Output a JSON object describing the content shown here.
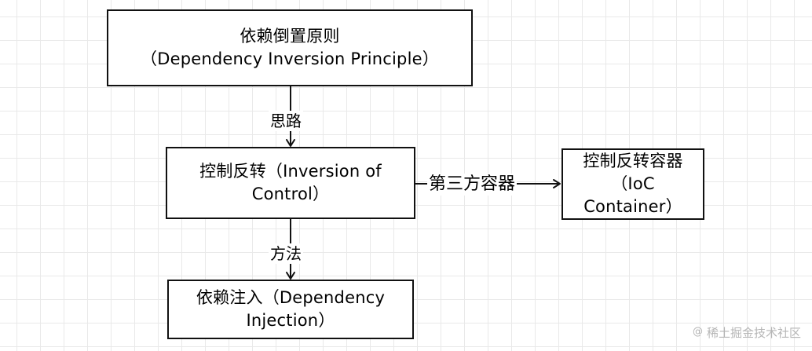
{
  "nodes": {
    "dip": {
      "line1": "依赖倒置原则",
      "line2": "（Dependency Inversion Principle）"
    },
    "ioc": {
      "line1": "控制反转（Inversion of",
      "line2": "Control）"
    },
    "container": {
      "line1": "控制反转容器",
      "line2": "（IoC",
      "line3": "Container）"
    },
    "di": {
      "line1": "依赖注入（Dependency",
      "line2": "Injection）"
    }
  },
  "edges": {
    "dip_to_ioc": "思路",
    "ioc_to_di": "方法",
    "ioc_to_container": "第三方容器"
  },
  "watermark": {
    "symbol": "@",
    "text": "稀土掘金技术社区"
  }
}
